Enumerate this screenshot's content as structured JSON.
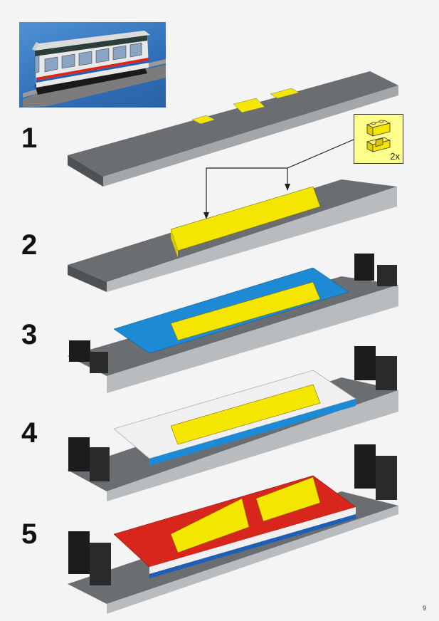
{
  "steps": [
    {
      "number": "1"
    },
    {
      "number": "2"
    },
    {
      "number": "3"
    },
    {
      "number": "4"
    },
    {
      "number": "5"
    }
  ],
  "callout": {
    "quantity": "2x"
  },
  "page_number": "9",
  "colors": {
    "plate_dark": "#6b6e70",
    "plate_light": "#b9bcbe",
    "yellow": "#f5e600",
    "blue": "#1d8ad6",
    "white": "#f0f0f0",
    "red": "#d8261c",
    "black": "#1c1c1c",
    "photo_bg": "#3b7cc4"
  }
}
